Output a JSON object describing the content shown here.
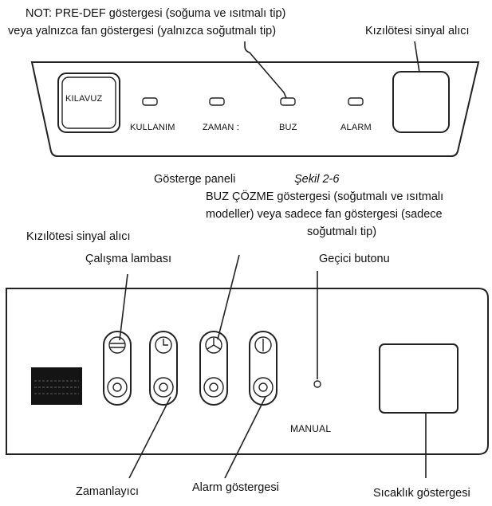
{
  "top_note_line1": "NOT: PRE-DEF göstergesi (soğuma ve ısıtmalı tip)",
  "top_note_line2": "veya yalnızca fan göstergesi (yalnızca soğutmalı tip)",
  "top_ir_receiver": "Kızılötesi sinyal alıcı",
  "top_panel": {
    "guide_button": "KILAVUZ",
    "lights": [
      "KULLANIM",
      "ZAMAN :",
      "BUZ",
      "ALARM"
    ]
  },
  "caption_left": "Gösterge paneli",
  "caption_right": "Şekil 2-6",
  "defrost_note_line1": "BUZ ÇÖZME göstergesi (soğutmalı ve ısıtmalı",
  "defrost_note_line2": "modeller) veya sadece fan göstergesi (sadece",
  "defrost_note_line3": "soğutmalı tip)",
  "bottom_ir_receiver": "Kızılötesi sinyal alıcı",
  "operation_lamp": "Çalışma lambası",
  "temporary_button": "Geçici butonu",
  "bottom_panel": {
    "manual_label": "MANUAL"
  },
  "timer_label": "Zamanlayıcı",
  "alarm_label": "Alarm göstergesi",
  "temperature_label": "Sıcaklık göstergesi"
}
